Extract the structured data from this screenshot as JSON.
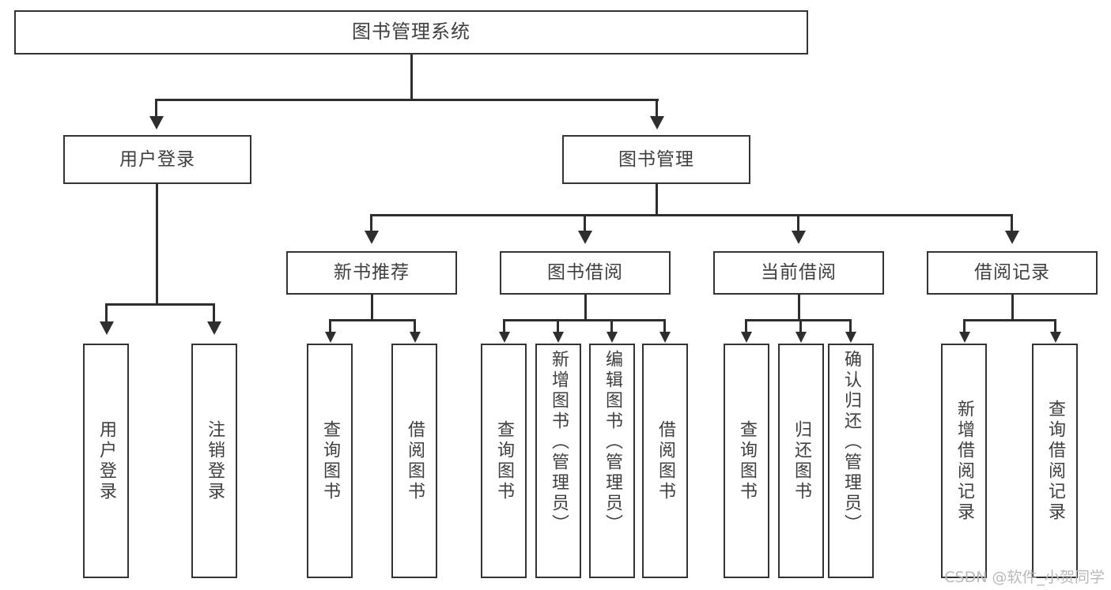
{
  "diagram": {
    "type": "tree",
    "title": "图书管理系统",
    "watermark": "CSDN @软件_小贺同学",
    "colors": {
      "box_border": "#333333",
      "box_fill": "#ffffff",
      "connector": "#2e2e2e",
      "text": "#3f3f3f",
      "watermark": "#b9b9b9"
    },
    "nodes": {
      "root": {
        "label": "图书管理系统"
      },
      "level2": [
        {
          "label": "用户登录"
        },
        {
          "label": "图书管理"
        }
      ],
      "level3": [
        {
          "label": "新书推荐"
        },
        {
          "label": "图书借阅"
        },
        {
          "label": "当前借阅"
        },
        {
          "label": "借阅记录"
        }
      ],
      "leaves": {
        "user_login": [
          {
            "label": "用户登录"
          },
          {
            "label": "注销登录"
          }
        ],
        "new_book": [
          {
            "label": "查询图书"
          },
          {
            "label": "借阅图书"
          }
        ],
        "book_borrow": [
          {
            "label": "查询图书"
          },
          {
            "label": "新增图书（管理员）"
          },
          {
            "label": "编辑图书（管理员）"
          },
          {
            "label": "借阅图书"
          }
        ],
        "current_borrow": [
          {
            "label": "查询图书"
          },
          {
            "label": "归还图书"
          },
          {
            "label": "确认归还（管理员）"
          }
        ],
        "borrow_record": [
          {
            "label": "新增借阅记录"
          },
          {
            "label": "查询借阅记录"
          }
        ]
      }
    }
  }
}
